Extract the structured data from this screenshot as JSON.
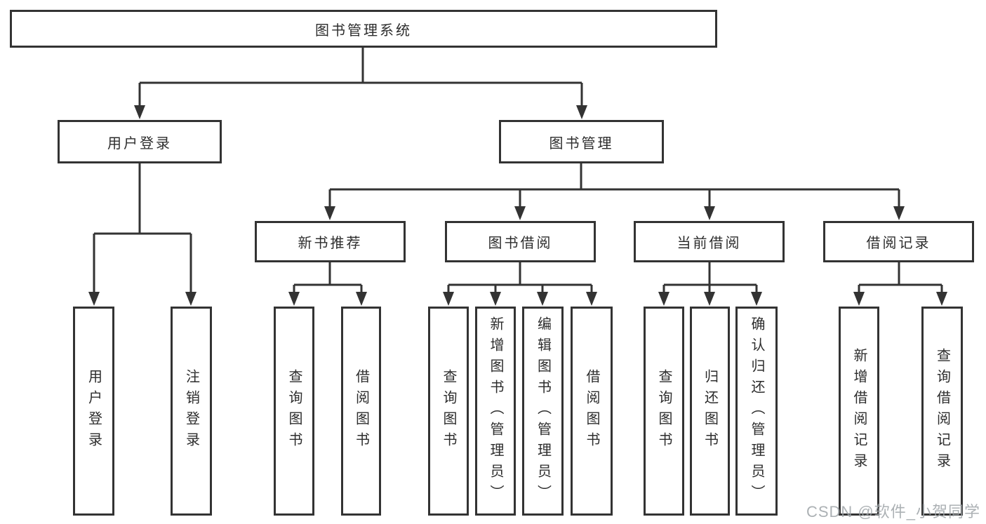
{
  "colors": {
    "line": "#333333",
    "border": "#333333",
    "text": "#2d2d2d",
    "background": "#ffffff",
    "watermark": "#9ea4a8"
  },
  "diagram": {
    "type": "tree",
    "root": {
      "label": "图书管理系统"
    },
    "level2": [
      {
        "label": "用户登录"
      },
      {
        "label": "图书管理"
      }
    ],
    "user_login_children": [
      {
        "label": "用户登录"
      },
      {
        "label": "注销登录"
      }
    ],
    "level3": [
      {
        "label": "新书推荐"
      },
      {
        "label": "图书借阅"
      },
      {
        "label": "当前借阅"
      },
      {
        "label": "借阅记录"
      }
    ],
    "new_book_children": [
      {
        "label": "查询图书"
      },
      {
        "label": "借阅图书"
      }
    ],
    "book_borrow_children": [
      {
        "label": "查询图书"
      },
      {
        "label": "新增图书（管理员）"
      },
      {
        "label": "编辑图书（管理员）"
      },
      {
        "label": "借阅图书"
      }
    ],
    "current_borrow_children": [
      {
        "label": "查询图书"
      },
      {
        "label": "归还图书"
      },
      {
        "label": "确认归还（管理员）"
      }
    ],
    "borrow_record_children": [
      {
        "label": "新增借阅记录"
      },
      {
        "label": "查询借阅记录"
      }
    ]
  },
  "watermark": {
    "text": "CSDN @软件_小贺同学"
  }
}
